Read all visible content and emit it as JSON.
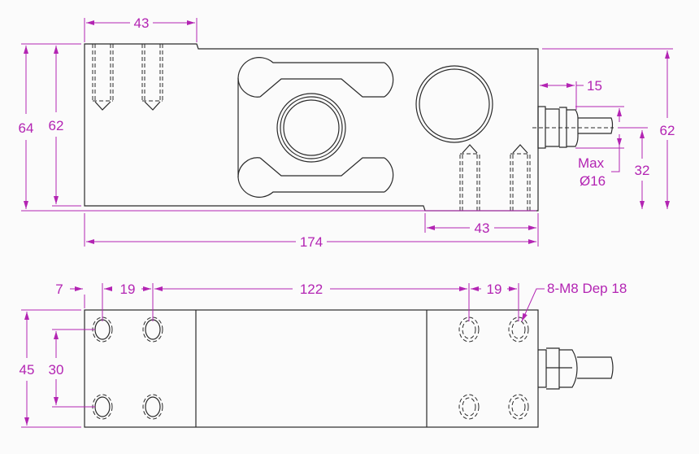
{
  "colors": {
    "dimension": "#b324b3",
    "outline": "#2a2a2a",
    "background": "#fbfbfb"
  },
  "top_view": {
    "dim_top_43": "43",
    "dim_left_64": "64",
    "dim_left_62": "62",
    "dim_length_174": "174",
    "dim_bottom_43": "43",
    "dim_right_62": "62",
    "dim_cable_32": "32",
    "dim_gland_15": "15",
    "cable_max_label": "Max",
    "cable_dia_label": "Ø16"
  },
  "bottom_view": {
    "dim_7": "7",
    "dim_19_left": "19",
    "dim_122": "122",
    "dim_19_right": "19",
    "hole_spec": "8-M8 Dep 18",
    "dim_45": "45",
    "dim_30": "30"
  }
}
